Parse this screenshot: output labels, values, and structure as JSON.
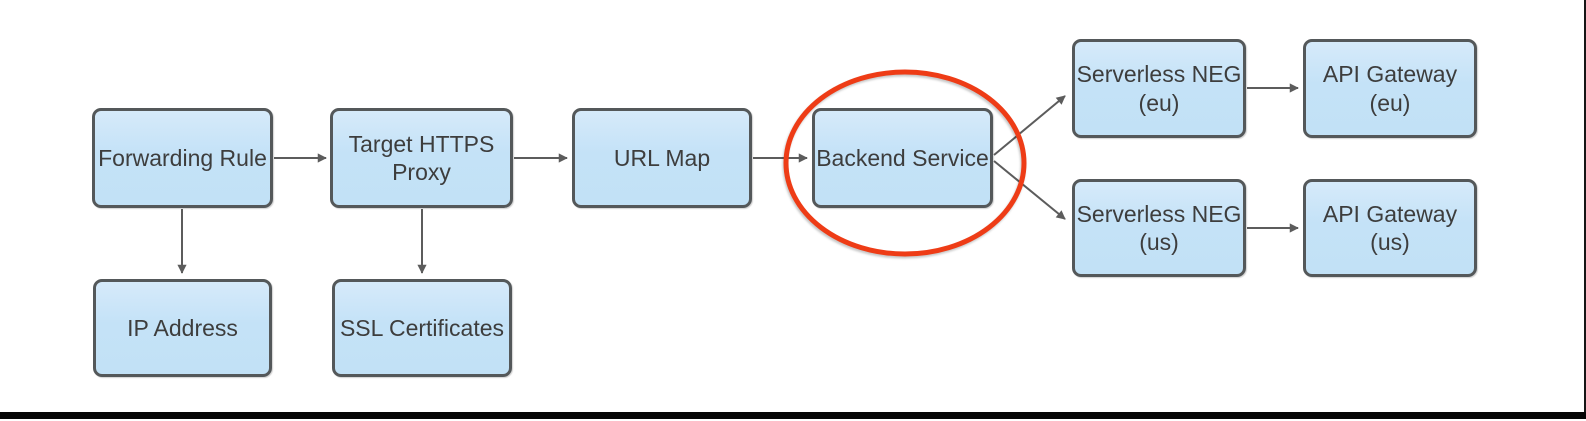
{
  "diagram": {
    "type": "flowchart",
    "description": "HTTPS load balancer routing to multi-region serverless backends",
    "nodes": {
      "forwarding_rule": {
        "label": "Forwarding Rule"
      },
      "target_https_proxy": {
        "label": "Target HTTPS\nProxy"
      },
      "url_map": {
        "label": "URL Map"
      },
      "backend_service": {
        "label": "Backend Service"
      },
      "serverless_neg_eu": {
        "label": "Serverless NEG\n(eu)"
      },
      "api_gateway_eu": {
        "label": "API Gateway\n(eu)"
      },
      "serverless_neg_us": {
        "label": "Serverless NEG\n(us)"
      },
      "api_gateway_us": {
        "label": "API Gateway\n(us)"
      },
      "ip_address": {
        "label": "IP Address"
      },
      "ssl_certificates": {
        "label": "SSL Certificates"
      }
    },
    "edges": [
      {
        "from": "Forwarding Rule",
        "to": "Target HTTPS Proxy"
      },
      {
        "from": "Forwarding Rule",
        "to": "IP Address"
      },
      {
        "from": "Target HTTPS Proxy",
        "to": "URL Map"
      },
      {
        "from": "Target HTTPS Proxy",
        "to": "SSL Certificates"
      },
      {
        "from": "URL Map",
        "to": "Backend Service"
      },
      {
        "from": "Backend Service",
        "to": "Serverless NEG (eu)"
      },
      {
        "from": "Backend Service",
        "to": "Serverless NEG (us)"
      },
      {
        "from": "Serverless NEG (eu)",
        "to": "API Gateway (eu)"
      },
      {
        "from": "Serverless NEG (us)",
        "to": "API Gateway (us)"
      }
    ],
    "highlight": {
      "shape": "ellipse",
      "around": "Backend Service",
      "color": "#ee3c16"
    },
    "colors": {
      "node_fill": "#c4e2f7",
      "node_border": "#54585a",
      "node_text": "#3d3d3d",
      "arrow": "#5c5c5c",
      "highlight": "#ee3c16",
      "frame_line": "#050505"
    }
  }
}
